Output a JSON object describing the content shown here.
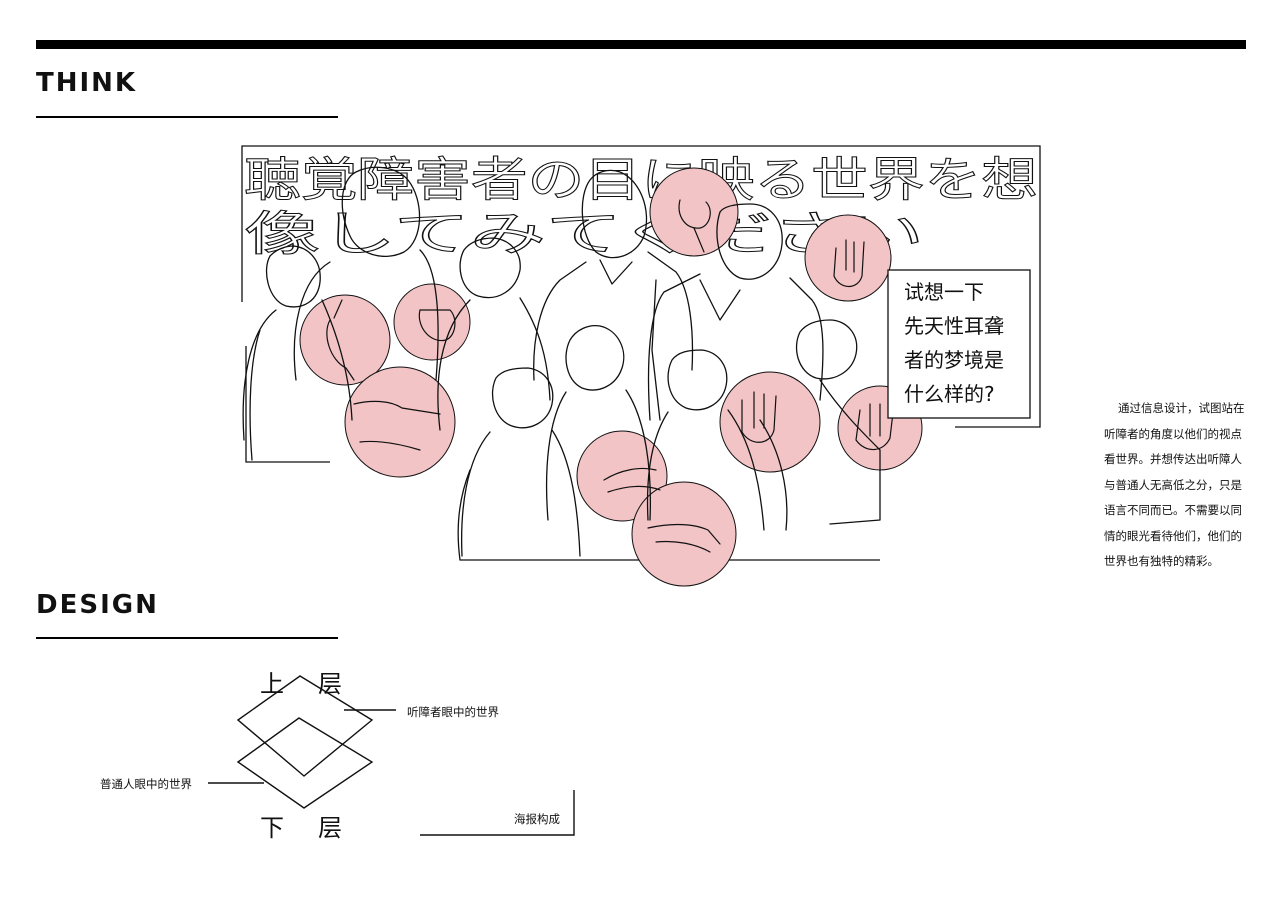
{
  "think": {
    "title": "THINK"
  },
  "design": {
    "title": "DESIGN"
  },
  "poster": {
    "headline_line1": "聴覚障害者の目に映る世界を想",
    "headline_line2": "像してみてください",
    "question_lines": [
      "试想一下",
      "先天性耳聋",
      "者的梦境是",
      "什么样的?"
    ],
    "highlight_color": "#f2c4c6"
  },
  "description": "通过信息设计，试图站在听障者的角度以他们的视点看世界。并想传达出听障人与普通人无高低之分，只是语言不同而已。不需要以同情的眼光看待他们，他们的世界也有独特的精彩。",
  "diagram": {
    "upper_label": "上层",
    "lower_label": "下层",
    "upper_caption": "听障者眼中的世界",
    "lower_caption": "普通人眼中的世界",
    "composition_caption": "海报构成"
  }
}
